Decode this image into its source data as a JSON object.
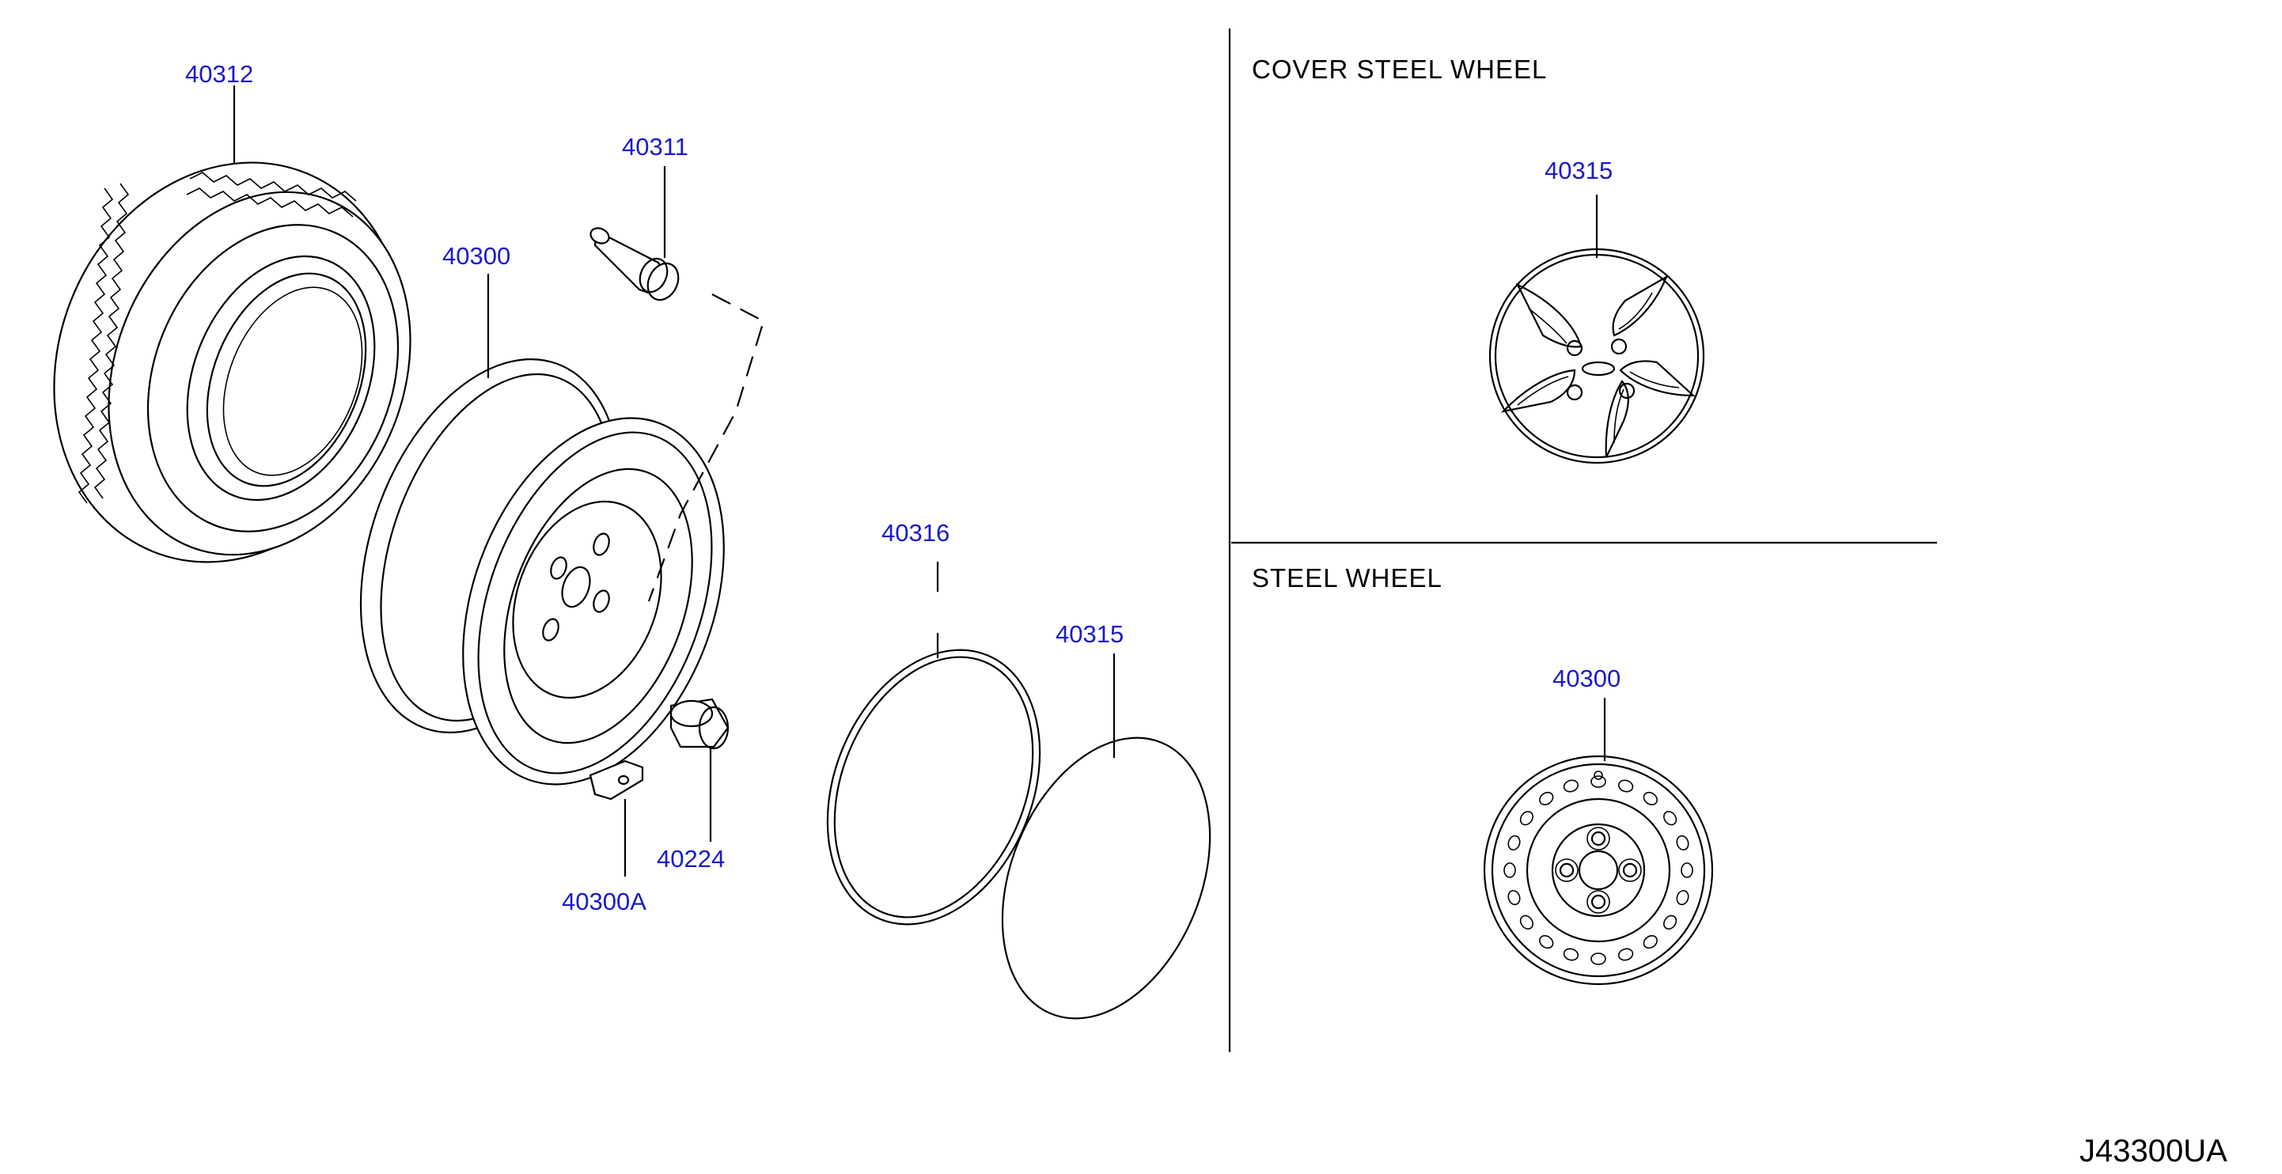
{
  "sections": {
    "cover_steel_wheel": "COVER   STEEL   WHEEL",
    "steel_wheel": "STEEL   WHEEL"
  },
  "parts": {
    "tire": "40312",
    "valve": "40311",
    "wheel": "40300",
    "ring": "40316",
    "cover": "40315",
    "nut": "40224",
    "weight": "40300A",
    "cover_detail": "40315",
    "wheel_detail": "40300"
  },
  "diagram_code": "J43300UA",
  "colors": {
    "part_number": "#1a1acc",
    "line": "#000000"
  }
}
